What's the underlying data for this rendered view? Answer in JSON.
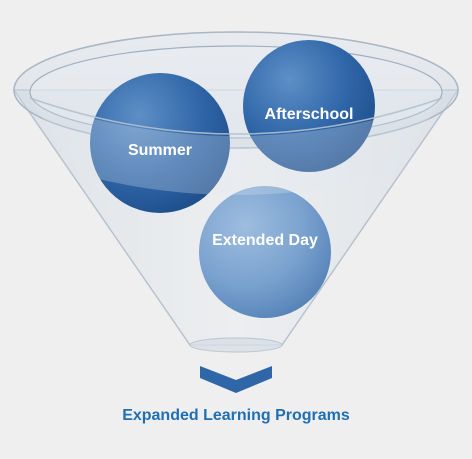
{
  "diagram": {
    "type": "funnel",
    "inputs": [
      {
        "id": "summer",
        "label": "Summer"
      },
      {
        "id": "afterschool",
        "label": "Afterschool"
      },
      {
        "id": "extended-day",
        "label": "Extended Day"
      }
    ],
    "output": {
      "label": "Expanded Learning Programs"
    },
    "colors": {
      "background": "#efefef",
      "ball_dark": "#2a5f9e",
      "ball_light": "#6f9bc9",
      "arrow": "#2e66a7",
      "output_text": "#1f6fb5"
    }
  }
}
